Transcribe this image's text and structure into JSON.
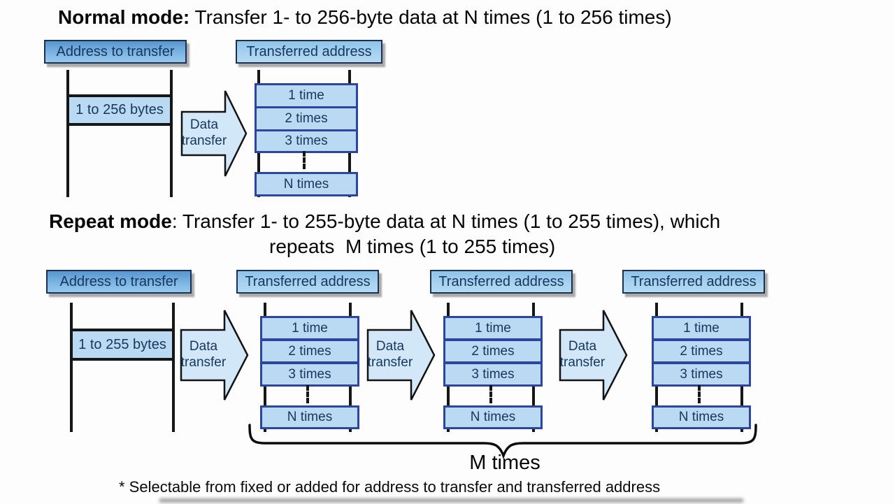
{
  "colors": {
    "header_box_dark_fill": "#6aaad9",
    "header_box_light_fill": "#a9d3f0",
    "stack_cell_fill": "#badaf3",
    "stack_cell_border": "#2b45a0",
    "structural_line": "#161616",
    "arrow_fill": "#d2e7f8",
    "label_text": "#17365d",
    "title_text": "#050505"
  },
  "common": {
    "address_to_transfer_label": "Address to transfer",
    "transferred_address_label": "Transferred address",
    "arrow_line1": "Data",
    "arrow_line2": "transfer",
    "stack_rows": [
      "1 time",
      "2 times",
      "3 times",
      "N times"
    ],
    "ellipsis": "⋮"
  },
  "normal": {
    "title_bold": "Normal mode:",
    "title_rest": " Transfer 1- to 256-byte data at N times (1 to 256 times)",
    "bytes_label": "1 to 256 bytes"
  },
  "repeat": {
    "title_bold": "Repeat mode",
    "title_rest": ": Transfer 1- to 255-byte data at N times (1 to 255 times), which",
    "title_line2": "repeats  M times (1 to 255 times)",
    "bytes_label": "1 to 255 bytes",
    "brace_label": "M times"
  },
  "footnote": "* Selectable from fixed or added for address to transfer and transferred address"
}
